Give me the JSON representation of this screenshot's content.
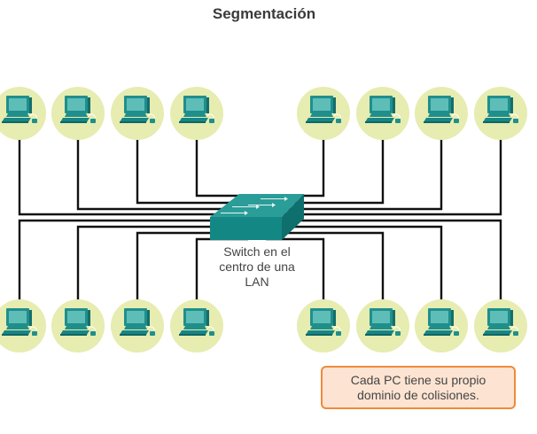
{
  "title": "Segmentación",
  "switch": {
    "label_lines": [
      "Switch en el",
      "centro de una",
      "LAN"
    ],
    "icon": "switch-icon"
  },
  "pcs": {
    "icon": "pc-icon",
    "top_row_count": 8,
    "bottom_row_count": 8
  },
  "note": {
    "lines": [
      "Cada PC tiene su propio",
      "dominio de colisiones."
    ]
  },
  "colors": {
    "pc_halo": "#e7ecb0",
    "pc_teal": "#1f8f8c",
    "pc_screen": "#5fbdb8",
    "switch_front": "#138784",
    "switch_top": "#2a9d98",
    "switch_side": "#0e6f6c",
    "cable": "#111111",
    "note_border": "#ee8a3c",
    "note_fill": "#fde4d2"
  }
}
